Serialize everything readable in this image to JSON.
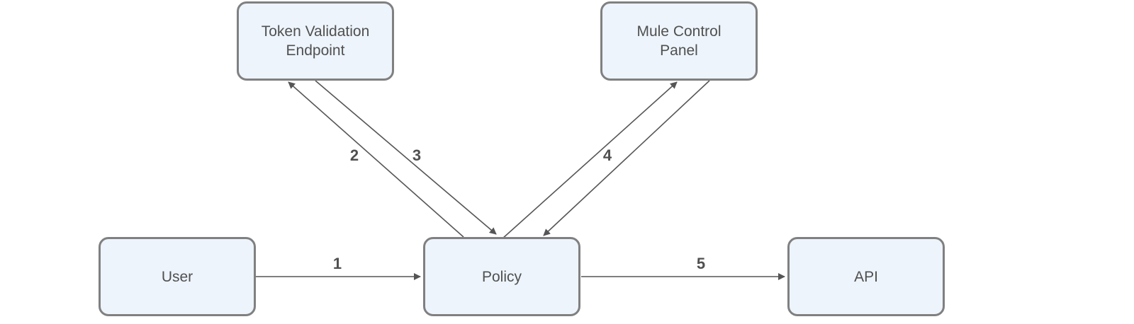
{
  "nodes": {
    "token": "Token Validation Endpoint",
    "mule": "Mule Control Panel",
    "user": "User",
    "policy": "Policy",
    "api": "API"
  },
  "steps": {
    "s1": "1",
    "s2": "2",
    "s3": "3",
    "s4": "4",
    "s5": "5"
  },
  "colors": {
    "node_fill": "#edf4fc",
    "node_border": "#808080",
    "arrow": "#555555",
    "text": "#505050"
  }
}
